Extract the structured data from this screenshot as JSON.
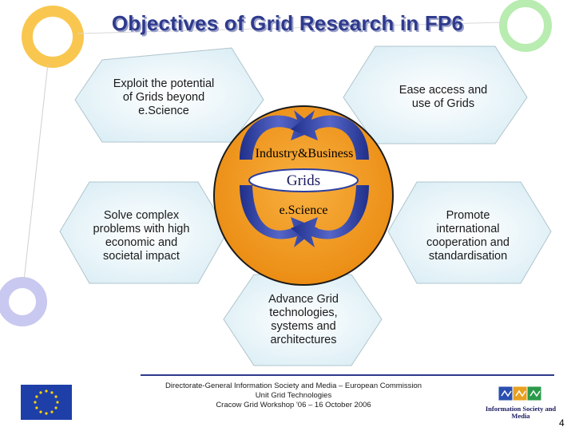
{
  "title": "Objectives of Grid Research in FP6",
  "objectives": {
    "top_left": "Exploit the potential of Grids beyond e.Science",
    "top_right": "Ease access and use of Grids",
    "middle_left": "Solve complex problems with high economic and societal impact",
    "middle_right": "Promote international cooperation and standardisation",
    "bottom": "Advance Grid technologies, systems and architectures"
  },
  "center": {
    "industry_label": "Industry&Business",
    "grids_label": "Grids",
    "escience_label": "e.Science"
  },
  "footer": {
    "line1": "Directorate-General Information Society and Media – European Commission",
    "line2": "Unit Grid Technologies",
    "line3": "Cracow Grid Workshop '06 – 16 October 2006"
  },
  "logo_label": "Information Society and Media",
  "page_number": "4",
  "colors": {
    "title": "#2e3a8c",
    "hexagon_fill": "#e8f4f8",
    "circle_fill": "#f5a623",
    "arrow_fill": "#2b3fa0",
    "ring_yellow": "#f9c74f",
    "ring_green": "#a8e6a0",
    "ring_lavender": "#c8c8f0",
    "footer_rule": "#2e3a8c"
  },
  "icons": [
    "eu-flag-icon",
    "information-society-logo-icon"
  ]
}
